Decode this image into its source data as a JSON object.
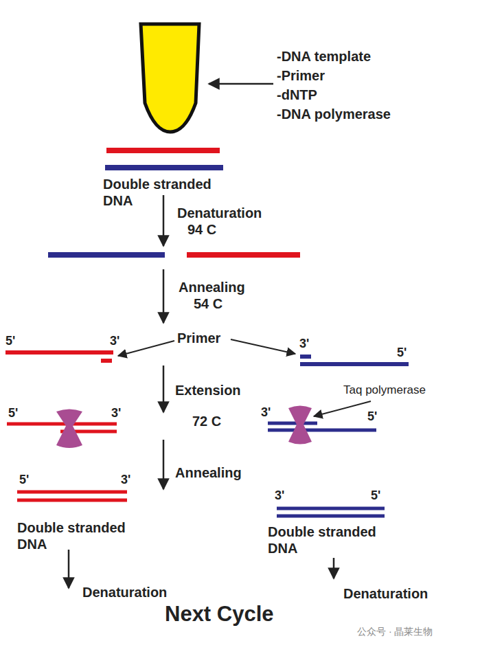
{
  "diagram": {
    "labels": [
      "-DNA template",
      "-Primer",
      "-dNTP",
      "-DNA polymerase",
      "Double stranded DNA",
      "Denaturation",
      "94 C",
      "Annealing",
      "54 C",
      "5'",
      "3'",
      "Primer",
      "3'",
      "5'",
      "Extension",
      "72 C",
      "5'",
      "3'",
      "3'",
      "5'",
      "Taq polymerase",
      "Annealing",
      "5'",
      "3'",
      "3'",
      "5'",
      "Double stranded DNA",
      "Double stranded DNA",
      "Denaturation",
      "Denaturation",
      "Next Cycle",
      "公众号 · 晶莱生物"
    ]
  }
}
